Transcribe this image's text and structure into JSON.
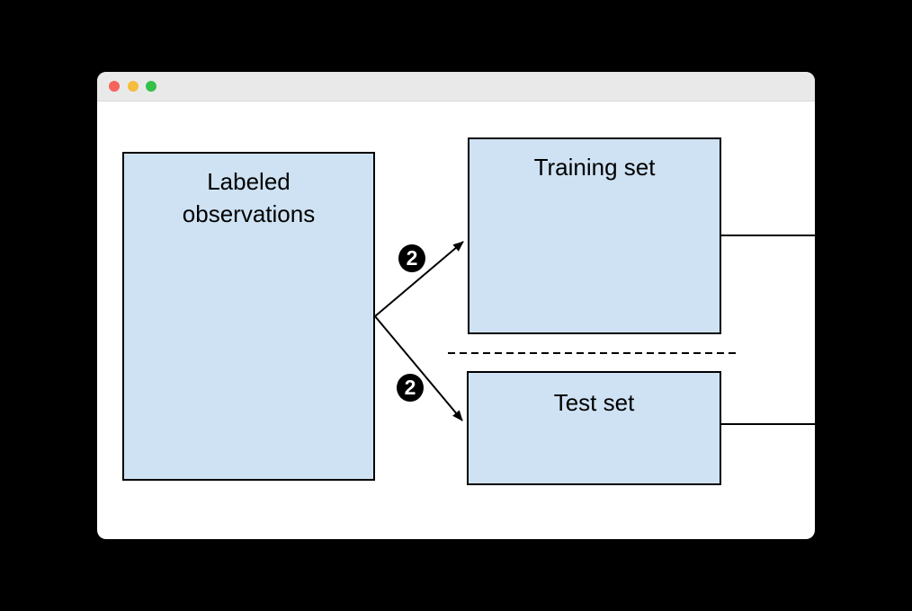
{
  "window": {
    "titlebar": {
      "controls": [
        {
          "name": "close",
          "color": "#f4645c"
        },
        {
          "name": "minimize",
          "color": "#f5bd3e"
        },
        {
          "name": "zoom",
          "color": "#35c04a"
        }
      ],
      "background": "#e9e9ea"
    },
    "background": "#ffffff"
  },
  "page": {
    "background": "#000000"
  },
  "diagram": {
    "nodes": [
      {
        "id": "labeled-observations",
        "label": "Labeled observations",
        "fill": "#cfe2f3",
        "border": "#000000"
      },
      {
        "id": "training-set",
        "label": "Training set",
        "fill": "#cfe2f3",
        "border": "#000000"
      },
      {
        "id": "test-set",
        "label": "Test set",
        "fill": "#cfe2f3",
        "border": "#000000"
      }
    ],
    "badges": [
      {
        "label": "2",
        "fill": "#000000",
        "text_color": "#ffffff"
      },
      {
        "label": "2",
        "fill": "#000000",
        "text_color": "#ffffff"
      }
    ],
    "edges": [
      {
        "from": "labeled-observations",
        "to": "training-set",
        "style": "arrow",
        "badge": "2"
      },
      {
        "from": "labeled-observations",
        "to": "test-set",
        "style": "arrow",
        "badge": "2"
      },
      {
        "from": "training-set",
        "to": "window-right-edge",
        "style": "solid-line"
      },
      {
        "from": "test-set",
        "to": "window-right-edge",
        "style": "solid-line"
      },
      {
        "between": [
          "training-set",
          "test-set"
        ],
        "style": "dashed-divider"
      }
    ]
  }
}
